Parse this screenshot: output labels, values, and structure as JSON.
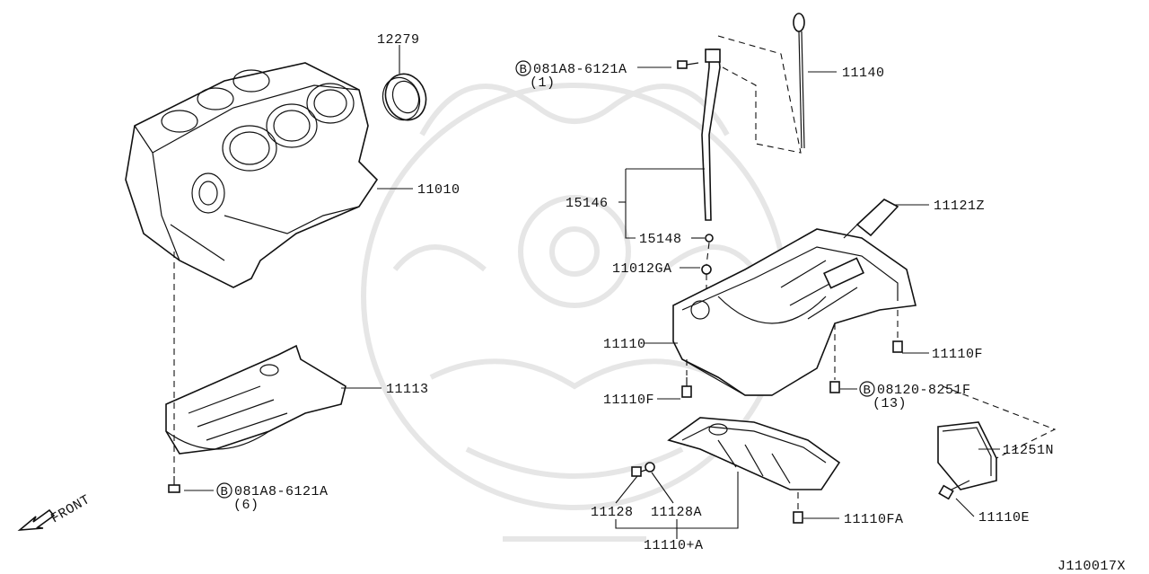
{
  "labels": {
    "p12279": "12279",
    "p11010": "11010",
    "p11113": "11113",
    "bolt_left_code": "081A8-6121A",
    "bolt_left_qty": "(6)",
    "front": "FRONT",
    "bolt_top_code": "081A8-6121A",
    "bolt_top_qty": "(1)",
    "p11140": "11140",
    "p15146": "15146",
    "p15148": "15148",
    "p11012GA": "11012GA",
    "p11121Z": "11121Z",
    "p11110": "11110",
    "p11110F_left": "11110F",
    "p11110F_right": "11110F",
    "bolt_right_code": "08120-8251F",
    "bolt_right_qty": "(13)",
    "p11251N": "11251N",
    "p11110E": "11110E",
    "p11128": "11128",
    "p11128A": "11128A",
    "p11110A": "11110+A",
    "p11110FA": "11110FA",
    "ref": "J110017X",
    "bolt_symbol": "B"
  }
}
